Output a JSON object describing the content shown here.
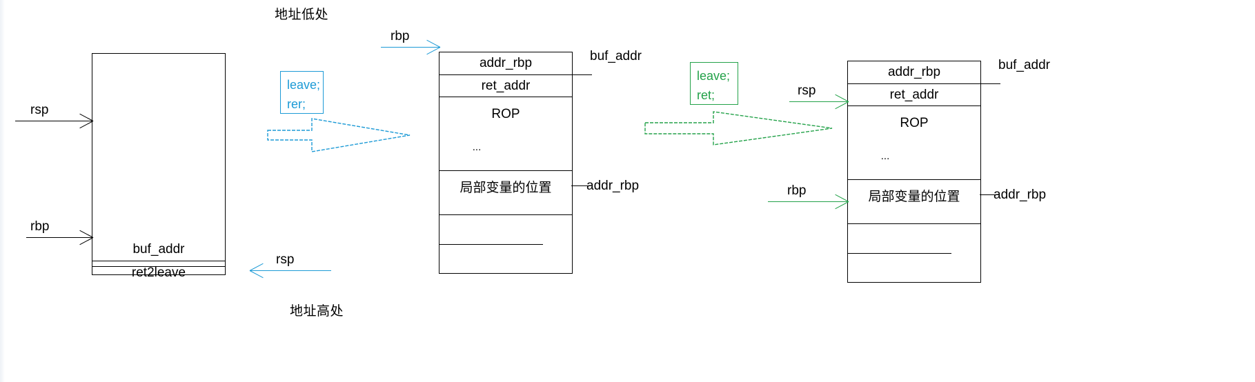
{
  "diagram": {
    "title_top": "地址低处",
    "title_bottom": "地址高处",
    "colors": {
      "black": "#000000",
      "blue": "#1c9ad6",
      "green": "#22a148"
    }
  },
  "stack1": {
    "name": "initial-stack",
    "pointers": [
      {
        "label": "rsp"
      },
      {
        "label": "rbp"
      }
    ],
    "rows": [
      {
        "text": ""
      },
      {
        "text": "buf_addr"
      },
      {
        "text": "ret2leave"
      }
    ]
  },
  "step1": {
    "code": {
      "line1": "leave;",
      "line2": "rer;"
    },
    "arrow_label": "rbp",
    "rsp_label": "rsp"
  },
  "stack2": {
    "name": "after-first-leave-ret-stack",
    "rows": [
      {
        "text": "addr_rbp"
      },
      {
        "text": "ret_addr"
      },
      {
        "text": "ROP"
      },
      {
        "text": "..."
      },
      {
        "text": "局部变量的位置"
      },
      {
        "text": ""
      },
      {
        "text": ""
      }
    ],
    "side_labels": {
      "top": "buf_addr",
      "bottom": "addr_rbp"
    },
    "pointer_rbp": "rbp"
  },
  "step2": {
    "code": {
      "line1": "leave;",
      "line2": "ret;"
    }
  },
  "stack3": {
    "name": "after-second-leave-ret-stack",
    "rows": [
      {
        "text": "addr_rbp"
      },
      {
        "text": "ret_addr"
      },
      {
        "text": "ROP"
      },
      {
        "text": "..."
      },
      {
        "text": "局部变量的位置"
      },
      {
        "text": ""
      },
      {
        "text": ""
      }
    ],
    "side_labels": {
      "top": "buf_addr",
      "bottom": "addr_rbp"
    },
    "pointer_rsp": "rsp",
    "pointer_rbp": "rbp"
  }
}
